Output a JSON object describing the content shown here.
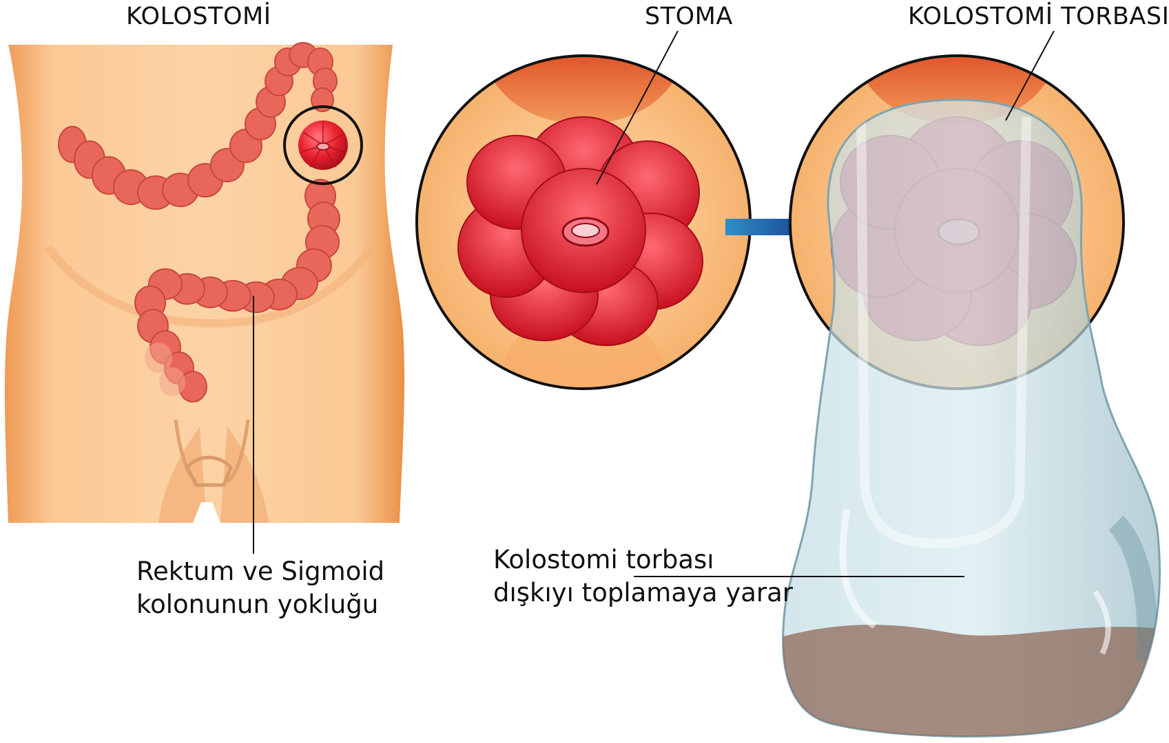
{
  "titles": {
    "colostomy": "KOLOSTOMİ",
    "stoma": "STOMA",
    "bag": "KOLOSTOMİ TORBASI"
  },
  "annotations": {
    "absence_line1": "Rektum ve Sigmoid",
    "absence_line2": "kolonunun yokluğu",
    "bag_line1": "Kolostomi torbası",
    "bag_line2": "dışkıyı toplamaya yarar"
  },
  "colors": {
    "skin": "#f9c28b",
    "skin_shadow": "#ea9a55",
    "colon": "#e8675a",
    "stoma": "#e8202f",
    "arrow": "#1c56a3",
    "bag": "#c7e2e8",
    "waste": "#8f6a5a"
  }
}
